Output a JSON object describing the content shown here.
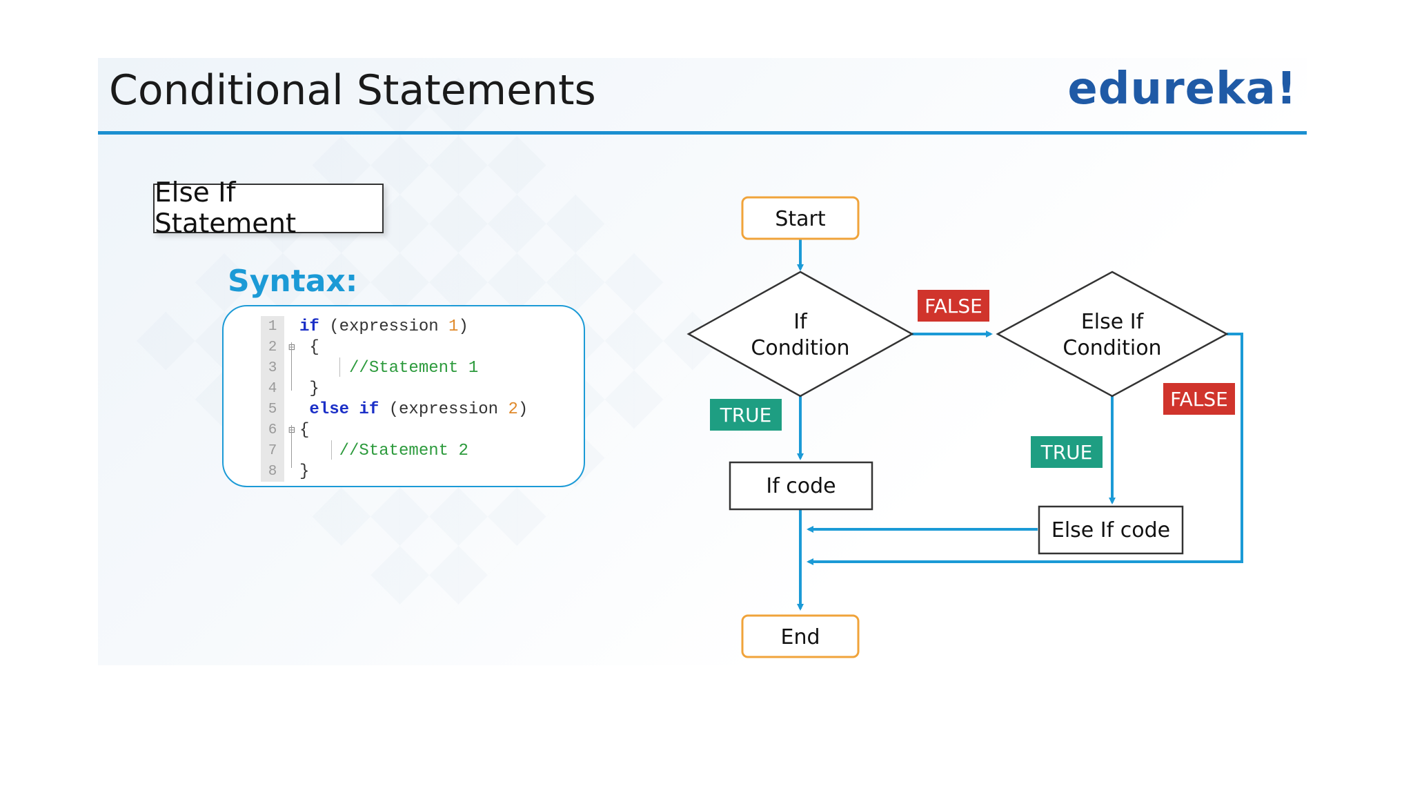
{
  "header": {
    "title": "Conditional Statements",
    "logo": "edureka!"
  },
  "section_label": "Else If Statement",
  "syntax_label": "Syntax:",
  "code_lines": [
    {
      "n": "1",
      "fold": "",
      "tokens": [
        [
          "kw",
          "if "
        ],
        [
          "tx",
          "(expression "
        ],
        [
          "num",
          "1"
        ],
        [
          "tx",
          ")"
        ]
      ]
    },
    {
      "n": "2",
      "fold": "⊟",
      "tokens": [
        [
          "tx",
          " {"
        ]
      ]
    },
    {
      "n": "3",
      "fold": "",
      "tokens": [
        [
          "cm",
          "     //Statement 1"
        ]
      ]
    },
    {
      "n": "4",
      "fold": "",
      "tokens": [
        [
          "tx",
          " }"
        ]
      ]
    },
    {
      "n": "5",
      "fold": "",
      "tokens": [
        [
          "kw",
          " else if "
        ],
        [
          "tx",
          "(expression "
        ],
        [
          "num",
          "2"
        ],
        [
          "tx",
          ")"
        ]
      ]
    },
    {
      "n": "6",
      "fold": "⊟",
      "tokens": [
        [
          "tx",
          "{"
        ]
      ]
    },
    {
      "n": "7",
      "fold": "",
      "tokens": [
        [
          "cm",
          "    //Statement 2"
        ]
      ]
    },
    {
      "n": "8",
      "fold": "",
      "tokens": [
        [
          "tx",
          "}"
        ]
      ]
    }
  ],
  "flowchart": {
    "start": "Start",
    "if_condition": [
      "If",
      "Condition"
    ],
    "else_if_condition": [
      "Else If",
      "Condition"
    ],
    "if_code": "If code",
    "else_if_code": "Else If code",
    "end": "End",
    "false_label_1": "FALSE",
    "false_label_2": "FALSE",
    "true_label_1": "TRUE",
    "true_label_2": "TRUE"
  },
  "colors": {
    "accent": "#1b9ad6",
    "rule": "#1b8fd0",
    "logo": "#1f5aa6",
    "terminal_border": "#f0a33a",
    "false_tag": "#d0342c",
    "true_tag": "#1e9e82"
  }
}
